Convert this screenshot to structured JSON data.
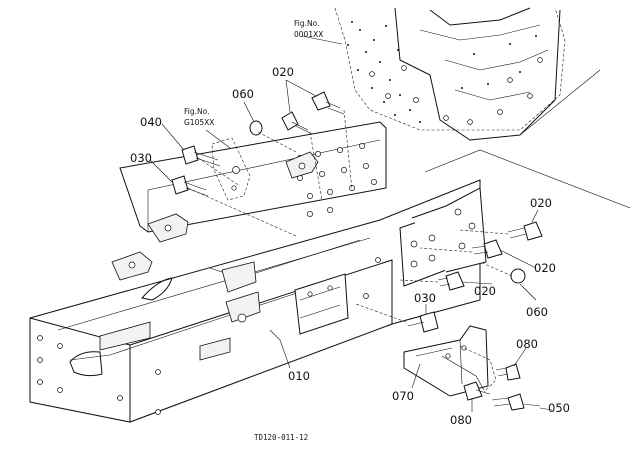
{
  "figure_refs": {
    "engine": {
      "line1": "Fig.No.",
      "line2": "0001XX"
    },
    "bracket": {
      "line1": "Fig.No.",
      "line2": "G105XX"
    }
  },
  "callouts": {
    "p010": "010",
    "p020_top": "020",
    "p020_right_a": "020",
    "p020_right_b": "020",
    "p020_right_c": "020",
    "p030_left": "030",
    "p030_right": "030",
    "p040": "040",
    "p050": "050",
    "p060_top": "060",
    "p060_right": "060",
    "p070": "070",
    "p080_a": "080",
    "p080_b": "080"
  },
  "drawing_code": "TD120-011-12"
}
